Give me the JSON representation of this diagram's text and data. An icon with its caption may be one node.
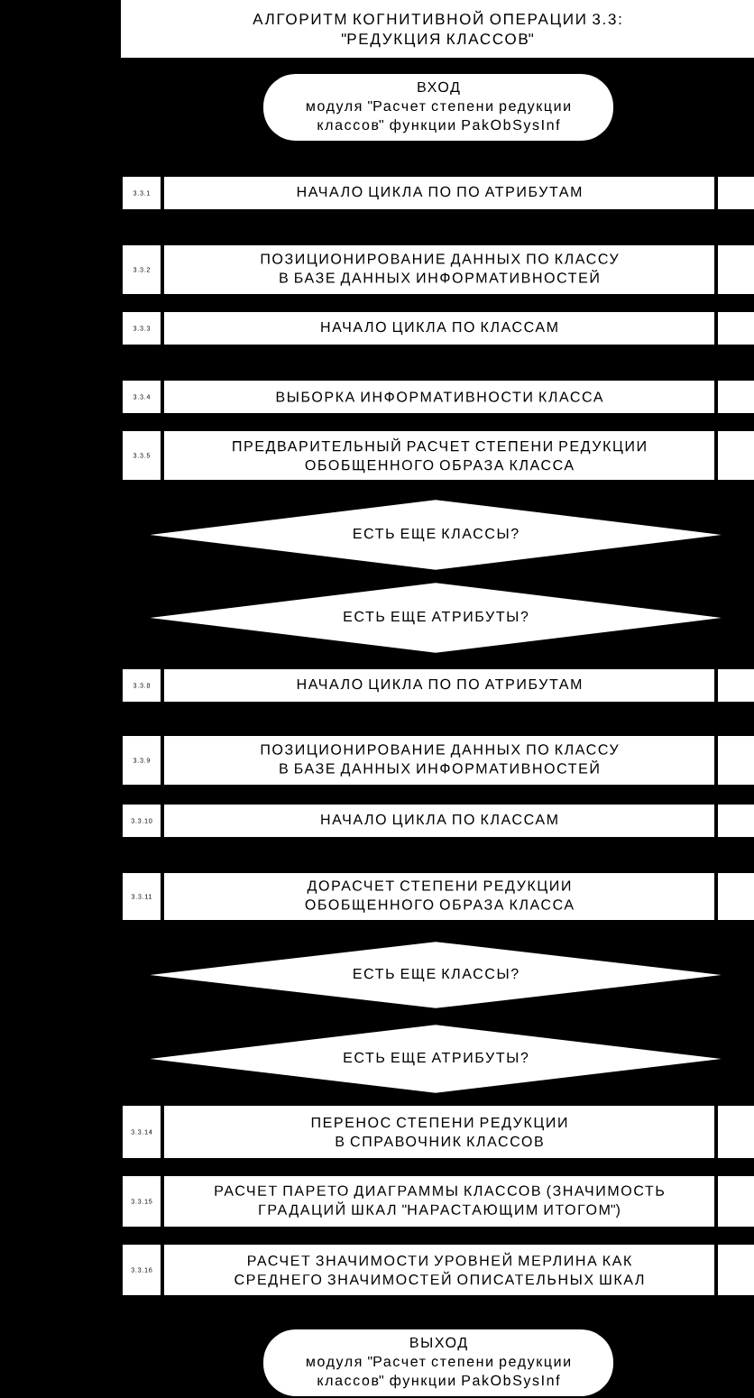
{
  "diagram": {
    "nodes": [
      {
        "text": [
          "АЛГОРИТМ КОГНИТИВНОЙ ОПЕРАЦИИ 3.3: \"РЕДУКЦИЯ КЛАССОВ\""
        ]
      },
      {
        "text": [
          "ВХОД",
          "модуля \"Расчет степени редукции классов\" функции PakObSysInf"
        ]
      },
      {
        "text": [
          "НАЧАЛО ЦИКЛА ПО ПО АТРИБУТАМ"
        ],
        "beside": [
          "3.3.1"
        ]
      },
      {
        "text": [
          "ПОЗИЦИОНИРОВАНИЕ ДАННЫХ ПО КЛАССУ В БАЗЕ ДАННЫХ ИНФОРМАТИВНОСТЕЙ"
        ],
        "beside": [
          "3.3.2"
        ]
      },
      {
        "text": [
          "НАЧАЛО ЦИКЛА ПО КЛАССАМ"
        ],
        "beside": [
          "3.3.3"
        ]
      },
      {
        "text": [
          "ВЫБОРКА ИНФОРМАТИВНОСТИ КЛАССА"
        ],
        "beside": [
          "3.3.4"
        ]
      },
      {
        "text": [
          "ПРЕДВАРИТЕЛЬНЫЙ РАСЧЕТ СТЕПЕНИ РЕДУКЦИИ ОБОБЩЕННОГО ОБРАЗА КЛАССА"
        ],
        "beside": [
          "3.3.5"
        ]
      },
      {
        "text": [
          "ЕСТЬ ЕЩЕ КЛАССЫ?"
        ]
      },
      {
        "text": [
          "ЕСТЬ ЕЩЕ АТРИБУТЫ?"
        ]
      },
      {
        "text": [
          "НАЧАЛО ЦИКЛА ПО ПО АТРИБУТАМ"
        ],
        "beside": [
          "3.3.8"
        ]
      },
      {
        "text": [
          "ПОЗИЦИОНИРОВАНИЕ ДАННЫХ ПО КЛАССУ В БАЗЕ ДАННЫХ ИНФОРМАТИВНОСТЕЙ"
        ],
        "beside": [
          "3.3.9"
        ]
      },
      {
        "text": [
          "НАЧАЛО ЦИКЛА ПО КЛАССАМ"
        ],
        "beside": [
          "3.3.10"
        ]
      },
      {
        "text": [
          "ДОРАСЧЕТ СТЕПЕНИ РЕДУКЦИИ ОБОБЩЕННОГО ОБРАЗА КЛАССА"
        ],
        "beside": [
          "3.3.11"
        ]
      },
      {
        "text": [
          "ЕСТЬ ЕЩЕ КЛАССЫ?"
        ]
      },
      {
        "text": [
          "ЕСТЬ ЕЩЕ АТРИБУТЫ?"
        ]
      },
      {
        "text": [
          "ПЕРЕНОС СТЕПЕНИ РЕДУКЦИИ В СПРАВОЧНИК КЛАССОВ"
        ],
        "beside": [
          "3.3.14"
        ]
      },
      {
        "text": [
          "РАСЧЕТ ПАРЕТО ДИАГРАММЫ КЛАССОВ (ЗНАЧИМОСТЬ ГРАДАЦИЙ ШКАЛ \"НАРАСТАЮЩИМ ИТОГОМ\")"
        ],
        "beside": [
          "3.3.15"
        ]
      },
      {
        "text": [
          "РАСЧЕТ ЗНАЧИМОСТИ УРОВНЕЙ МЕРЛИНА КАК СРЕДНЕГО ЗНАЧИМОСТЕЙ ОПИСАТЕЛЬНЫХ ШКАЛ"
        ],
        "beside": [
          "3.3.16"
        ]
      },
      {
        "text": [
          "ВЫХОД",
          "модуля \"Расчет степени редукции классов\" функции PakObSysInf"
        ]
      }
    ]
  }
}
